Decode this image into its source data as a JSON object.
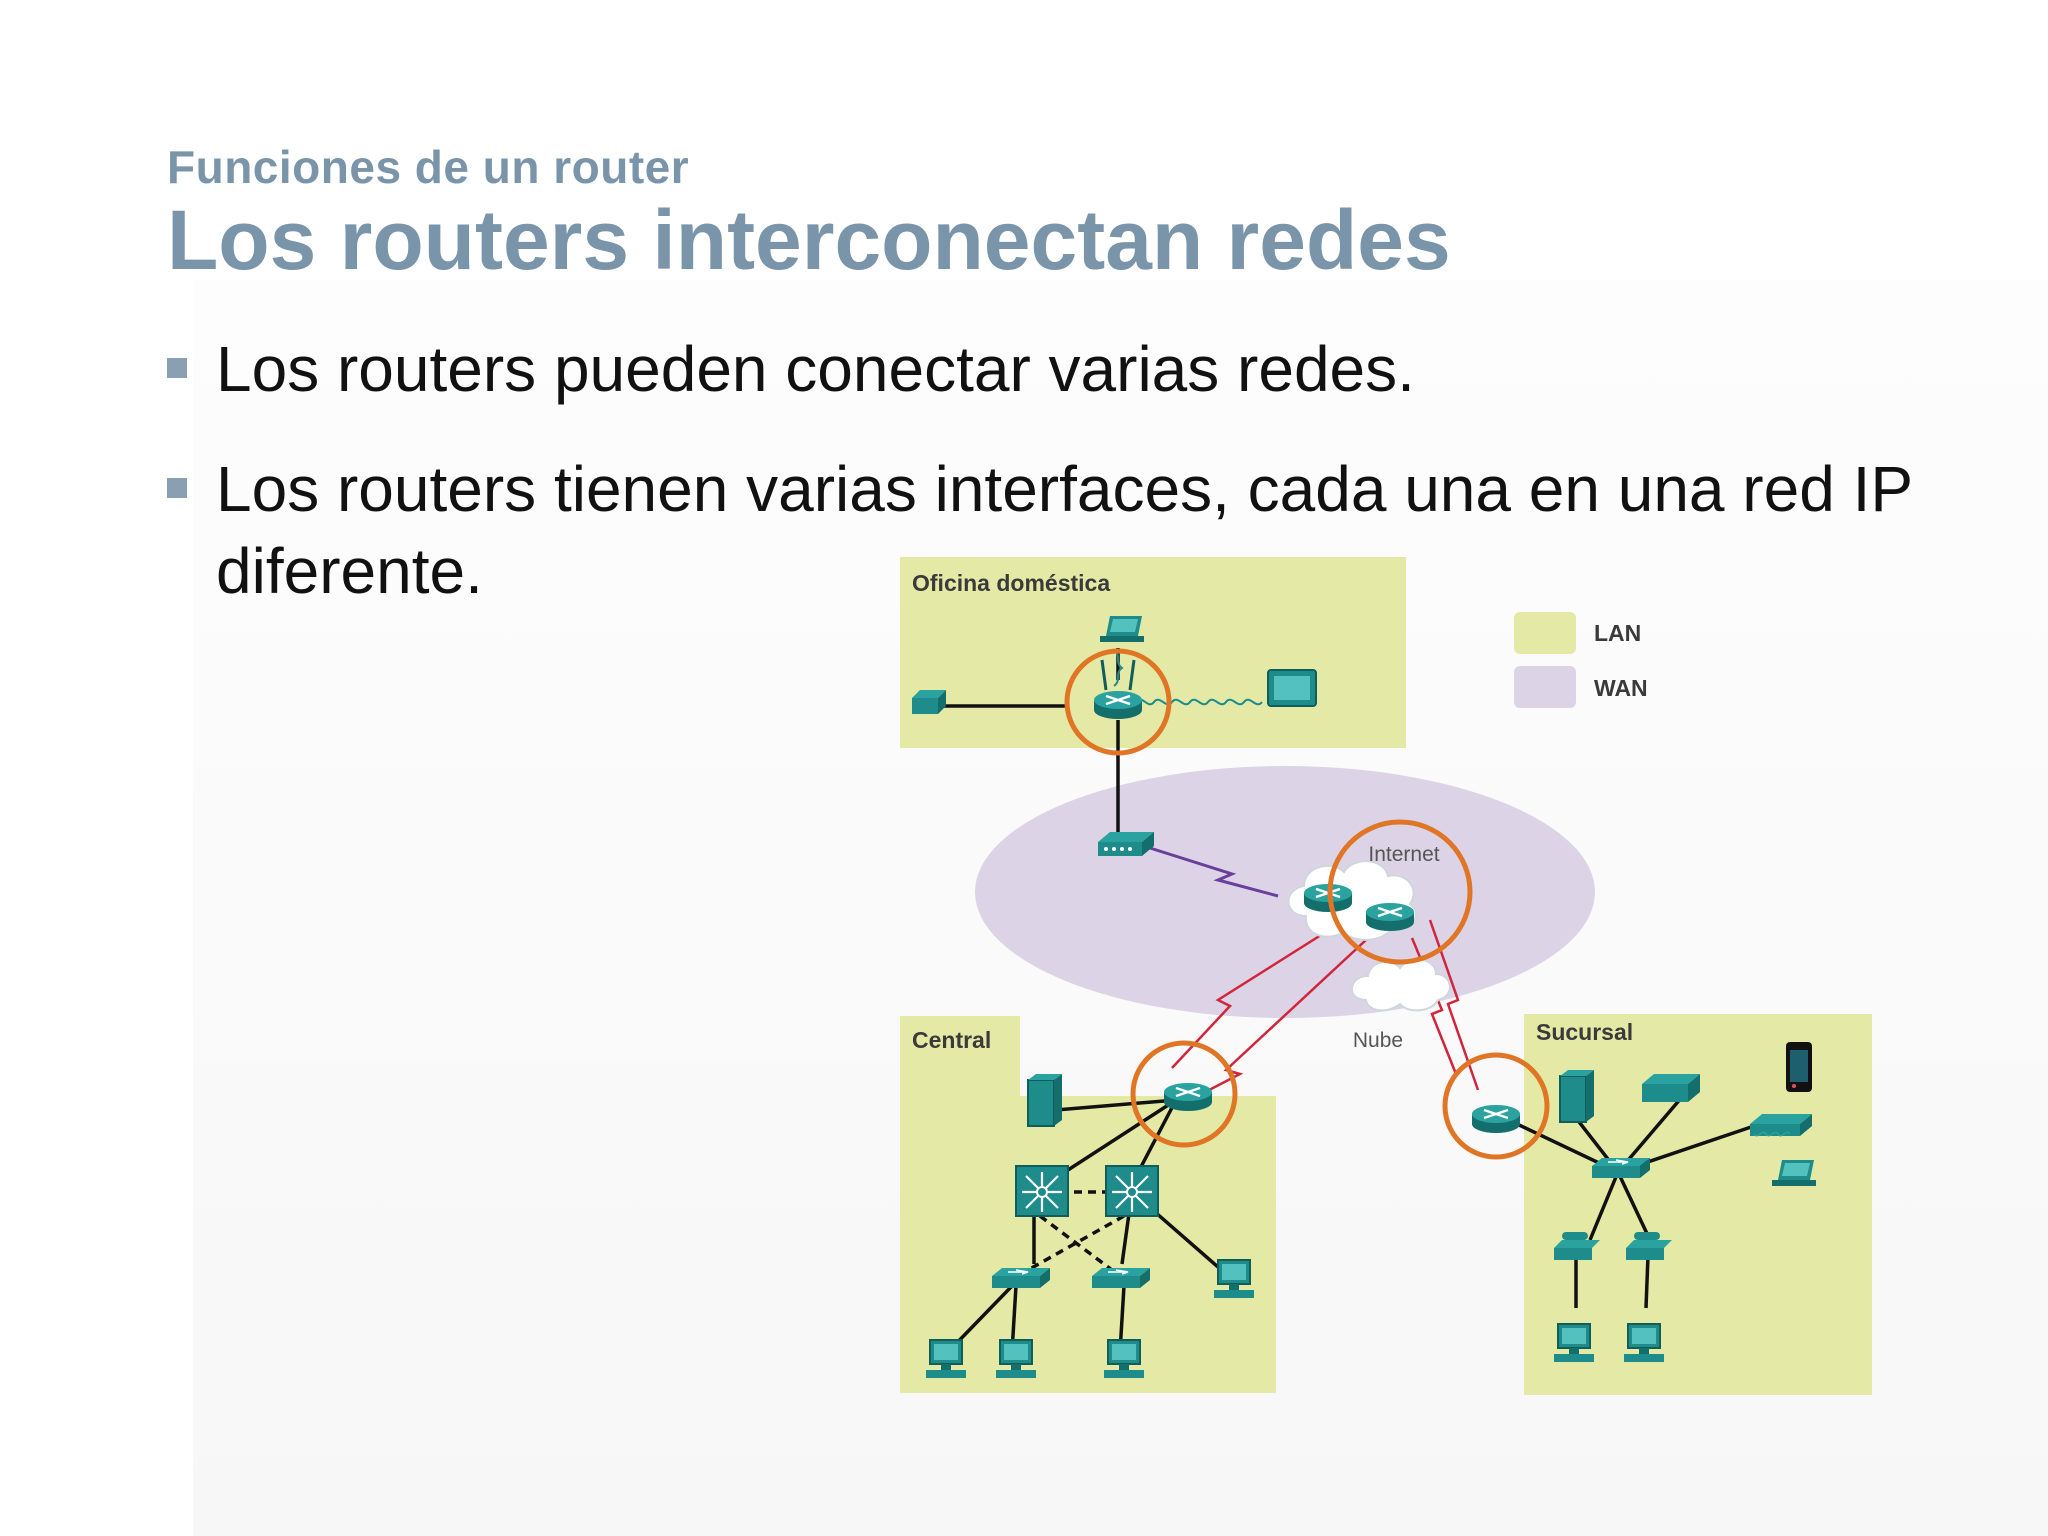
{
  "slide": {
    "subtitle": "Funciones de un router",
    "title": "Los routers interconectan redes",
    "bullets": [
      "Los routers pueden conectar varias redes.",
      "Los routers tienen varias interfaces, cada una en una red IP diferente."
    ]
  },
  "diagram": {
    "zones": {
      "home": "Oficina doméstica",
      "central": "Central",
      "branch": "Sucursal"
    },
    "legend": [
      {
        "label": "LAN",
        "color": "#e5e9a6"
      },
      {
        "label": "WAN",
        "color": "#ddd3e6"
      }
    ],
    "clouds": {
      "internet": "Internet",
      "cloud": "Nube"
    },
    "colors": {
      "lan": "#e5e9a6",
      "wan": "#ddd3e6",
      "highlight": "#e07525",
      "device": "#1d8c8a",
      "serial_link": "#d0253a"
    }
  }
}
